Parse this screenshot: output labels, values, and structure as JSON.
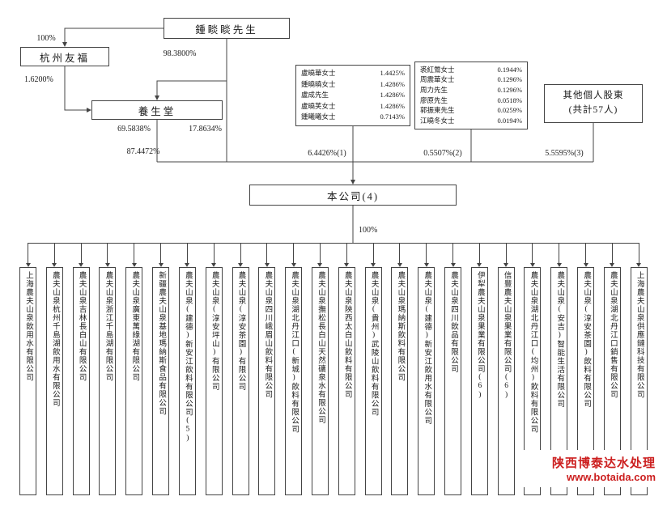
{
  "top": {
    "zhong": "鍾睒睒先生",
    "youfu": "杭州友福",
    "yangshengtang": "養生堂",
    "others_line1": "其他個人股東",
    "others_line2": "(共計57人)",
    "company": "本公司(4)"
  },
  "percentages": {
    "youfu_own": "100%",
    "zhong_to_ysg": "98.3800%",
    "youfu_to_ysg": "1.6200%",
    "ysg_to_company": "69.5838%",
    "zhong_direct": "17.8634%",
    "combined": "87.4472%",
    "group_a": "6.4426%(1)",
    "group_b": "0.5507%(2)",
    "others": "5.5595%(3)",
    "company_to_subs": "100%"
  },
  "groupA": [
    {
      "name": "盧曉華女士",
      "pct": "1.4425%"
    },
    {
      "name": "鍾曉曉女士",
      "pct": "1.4286%"
    },
    {
      "name": "盧成先生",
      "pct": "1.4286%"
    },
    {
      "name": "盧曉芙女士",
      "pct": "1.4286%"
    },
    {
      "name": "鍾曦曦女士",
      "pct": "0.7143%"
    }
  ],
  "groupB": [
    {
      "name": "裘紅鶯女士",
      "pct": "0.1944%"
    },
    {
      "name": "周震華女士",
      "pct": "0.1296%"
    },
    {
      "name": "周力先生",
      "pct": "0.1296%"
    },
    {
      "name": "廖原先生",
      "pct": "0.0518%"
    },
    {
      "name": "郭振東先生",
      "pct": "0.0259%"
    },
    {
      "name": "江曉冬女士",
      "pct": "0.0194%"
    }
  ],
  "subsidiaries": [
    "上海農夫山泉飲用水有限公司",
    "農夫山泉杭州千島湖飲用水有限公司",
    "農夫山泉吉林長白山有限公司",
    "農夫山泉浙江千島湖有限公司",
    "農夫山泉廣東萬綠湖有限公司",
    "新疆農夫山泉基地瑪納斯食品有限公司",
    "農夫山泉(建德)新安江飲料有限公司(5)",
    "農夫山泉(淳安坪山)有限公司",
    "農夫山泉(淳安茶園)有限公司",
    "農夫山泉四川峨眉山飲料有限公司",
    "農夫山泉湖北丹江口(新城)飲料有限公司",
    "農夫山泉撫松長白山天然礦泉水有限公司",
    "農夫山泉陝西太白山飲料有限公司",
    "農夫山泉(貴州)武陵山飲料有限公司",
    "農夫山泉瑪納斯飲料有限公司",
    "農夫山泉(建德)新安江飲用水有限公司",
    "農夫山泉四川飲品有限公司",
    "伊犁農夫山泉果業有限公司(6)",
    "信豐農夫山泉果業有限公司(6)",
    "農夫山泉湖北丹江口(均州)飲料有限公司",
    "農夫山泉(安吉)智能生活有限公司",
    "農夫山泉(淳安茶園)飲料有限公司",
    "農夫山泉湖北丹江口銷售有限公司",
    "上海農夫山泉供應鏈科技有限公司"
  ],
  "watermark": {
    "line1": "陕西博泰达水处理",
    "line2": "www.botaida.com"
  }
}
